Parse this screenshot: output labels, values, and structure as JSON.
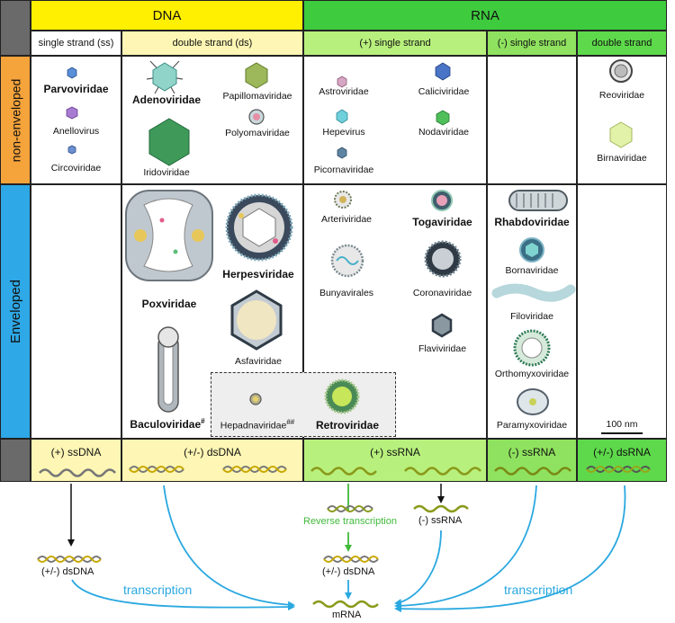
{
  "header": {
    "dna": "DNA",
    "rna": "RNA",
    "sub": {
      "ss": "single strand (ss)",
      "ds": "double strand (ds)",
      "plus_ss": "(+) single strand",
      "minus_ss": "(-) single strand",
      "rna_ds": "double strand"
    },
    "rows": {
      "non_enveloped": "non-enveloped",
      "enveloped": "Enveloped"
    }
  },
  "viruses": {
    "non_enveloped": {
      "ssdna": [
        "Parvoviridae",
        "Anellovirus",
        "Circoviridae"
      ],
      "dsdna": [
        "Adenoviridae",
        "Papillomaviridae",
        "Iridoviridae",
        "Polyomaviridae"
      ],
      "plus_ssrna": [
        "Astroviridae",
        "Caliciviridae",
        "Hepevirus",
        "Nodaviridae",
        "Picornaviridae"
      ],
      "dsrna": [
        "Reoviridae",
        "Birnaviridae"
      ]
    },
    "enveloped": {
      "dsdna": [
        "Poxviridae",
        "Herpesviridae",
        "Asfaviridae",
        "Baculoviridae",
        "Hepadnaviridae"
      ],
      "plus_ssrna": [
        "Arteriviridae",
        "Togaviridae",
        "Bunyavirales",
        "Coronaviridae",
        "Flaviviridae",
        "Retroviridae"
      ],
      "minus_ssrna": [
        "Rhabdoviridae",
        "Bornaviridae",
        "Filoviridae",
        "Orthomyxoviridae",
        "Paramyxoviridae"
      ]
    },
    "superscripts": {
      "baculo": "#",
      "hepadna": "##"
    }
  },
  "scale_bar": "100 nm",
  "genome_types": [
    "(+) ssDNA",
    "(+/-) dsDNA",
    "(+) ssRNA",
    "(-) ssRNA",
    "(+/-) dsRNA"
  ],
  "flow": {
    "dsdna_intermediate": "(+/-) dsDNA",
    "reverse_transcription": "Reverse transcription",
    "rt_dsdna": "(+/-) dsDNA",
    "minus_ssrna": "(-) ssRNA",
    "transcription_left": "transcription",
    "transcription_right": "transcription",
    "mrna": "mRNA"
  },
  "colors": {
    "dna_header": "#ffef00",
    "dna_light": "#fdf6b4",
    "rna_header": "#3ecb3e",
    "rna_plus": "#b8f07d",
    "rna_minus": "#8fe25f",
    "rna_ds": "#5ed94b",
    "non_env_row": "#f5a33b",
    "env_row": "#2ea8e6",
    "corner": "#6a6a6a",
    "arrow_black": "#111111",
    "arrow_green": "#40b93a",
    "arrow_blue": "#2aa8e0"
  }
}
